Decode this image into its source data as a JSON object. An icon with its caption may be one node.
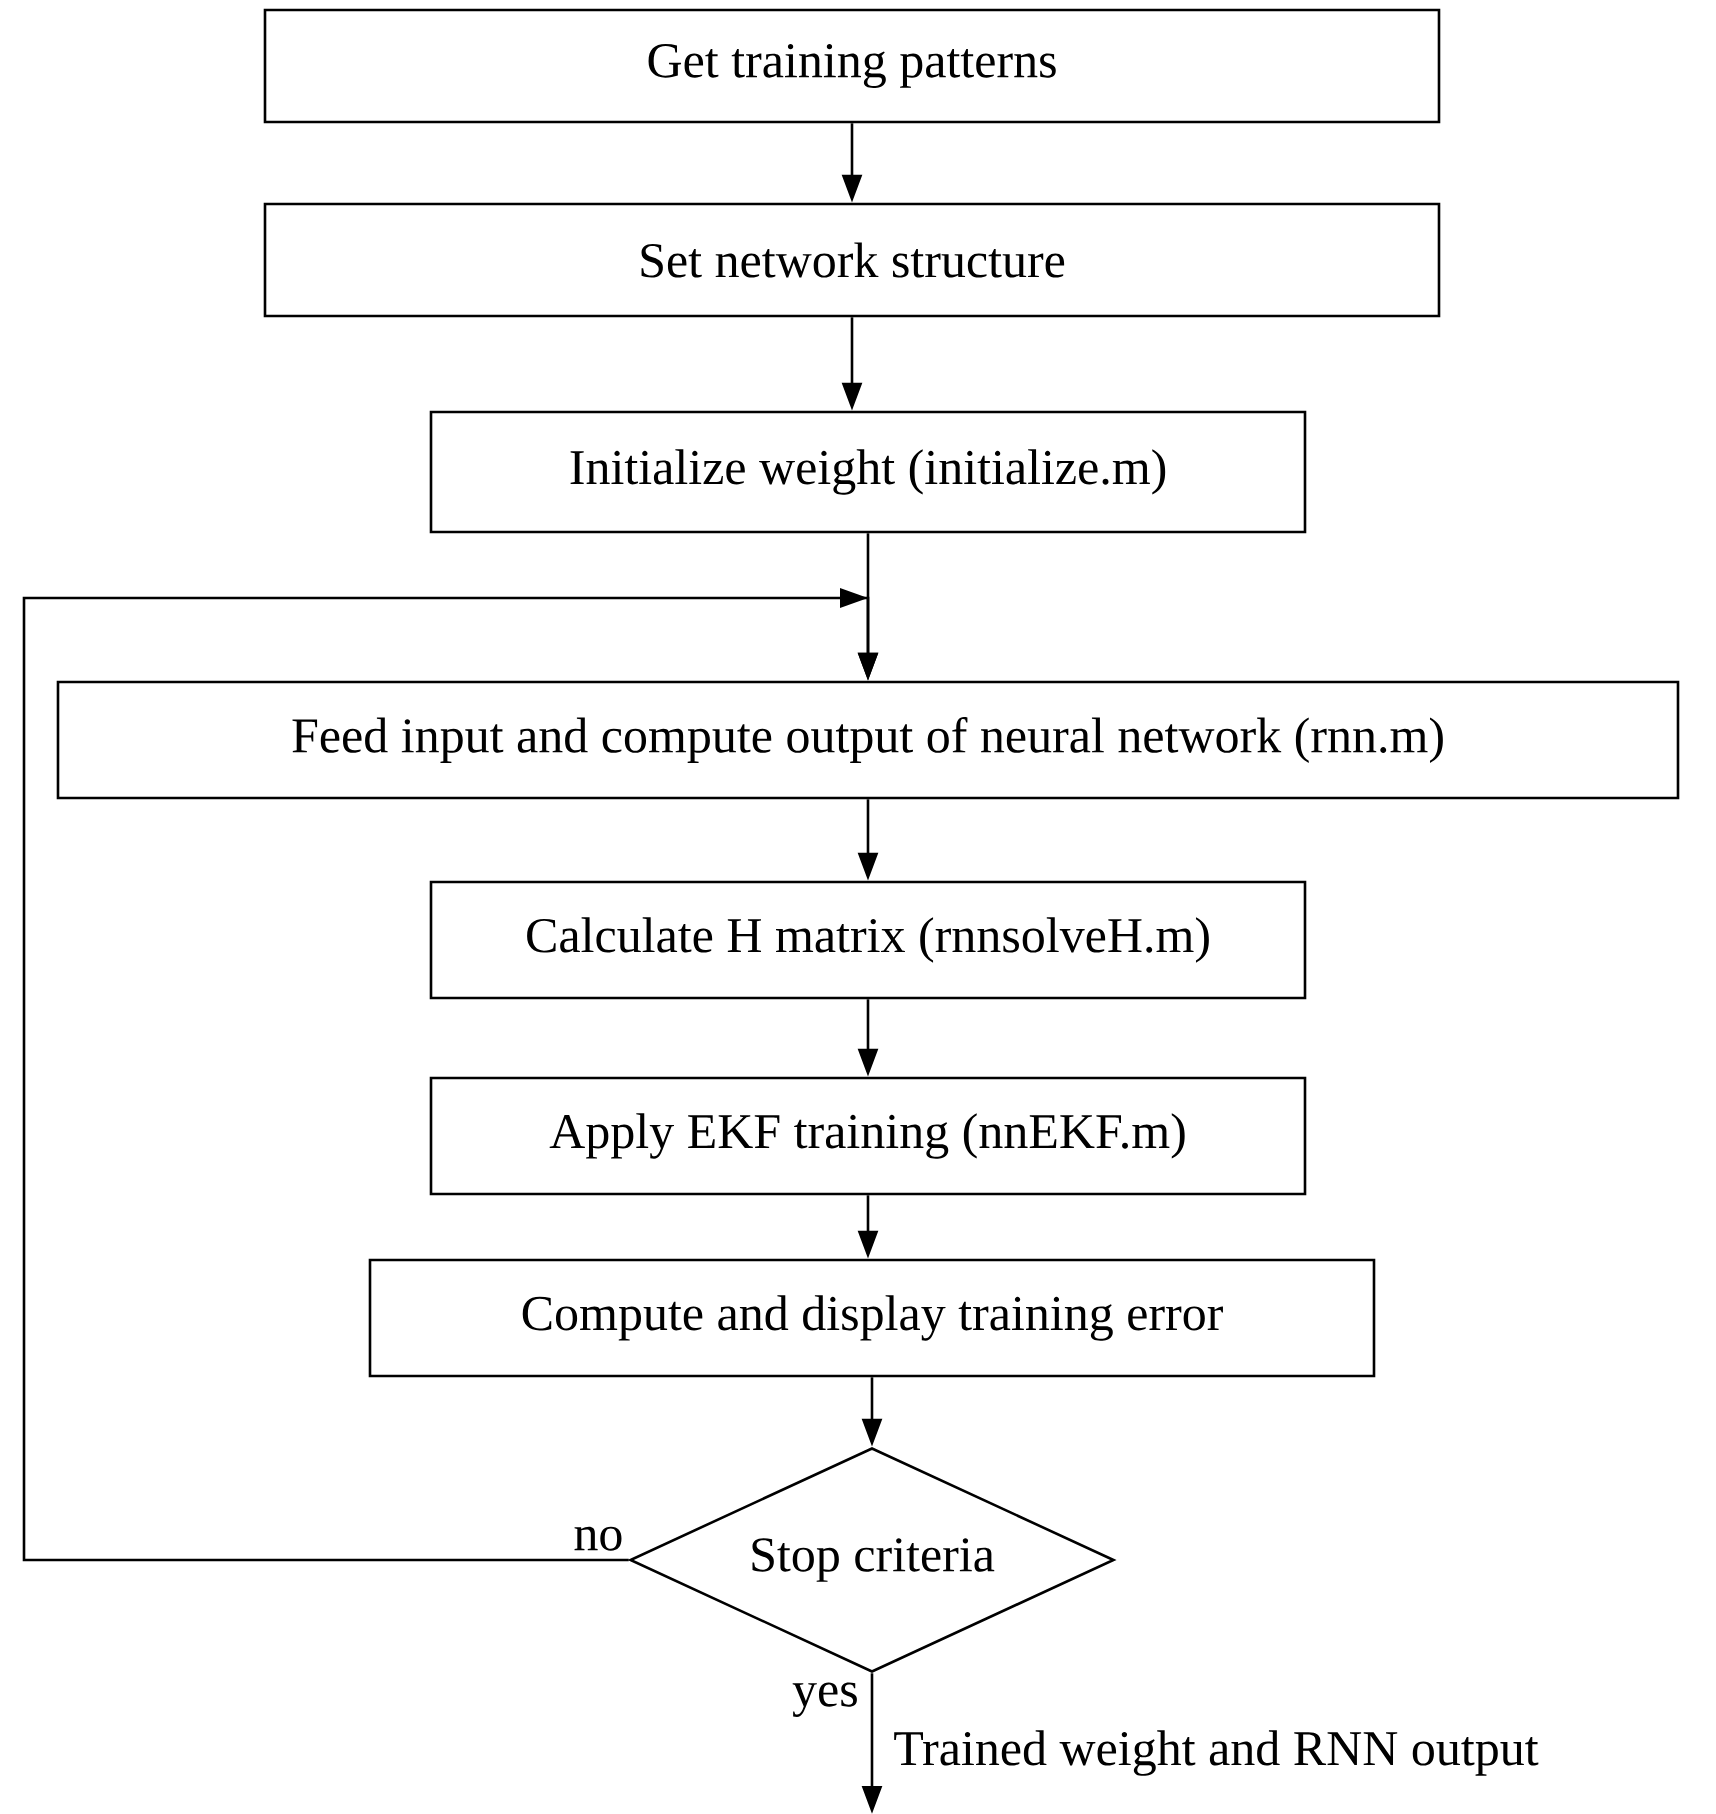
{
  "diagram": {
    "nodes": [
      {
        "text": [
          "Get training patterns"
        ]
      },
      {
        "text": [
          "Set network structure"
        ]
      },
      {
        "text": [
          "Initialize weight (initialize.m)"
        ]
      },
      {
        "text": [
          "Feed input and compute output of neural network (rnn.m)"
        ]
      },
      {
        "text": [
          "Calculate H matrix (rnnsolveH.m)"
        ]
      },
      {
        "text": [
          "Apply EKF training (nnEKF.m)"
        ]
      },
      {
        "text": [
          "Compute and display training error"
        ]
      },
      {
        "text": [
          "Stop criteria"
        ]
      },
      {
        "text": [
          "Trained weight and RNN output"
        ]
      }
    ],
    "edges": [
      {
        "from": 0,
        "to": 1,
        "arrow": "to"
      },
      {
        "from": 1,
        "to": 2,
        "arrow": "to"
      },
      {
        "from": 2,
        "to": 3,
        "arrow": "to"
      },
      {
        "from": 3,
        "to": 4,
        "arrow": "to"
      },
      {
        "from": 4,
        "to": 5,
        "arrow": "to"
      },
      {
        "from": 5,
        "to": 6,
        "arrow": "to"
      },
      {
        "from": 6,
        "to": 7,
        "arrow": "to"
      },
      {
        "from": 7,
        "to": 3,
        "arrow": "to",
        "label": "no"
      },
      {
        "from": 7,
        "to": 8,
        "arrow": "to",
        "label": "yes"
      }
    ]
  }
}
